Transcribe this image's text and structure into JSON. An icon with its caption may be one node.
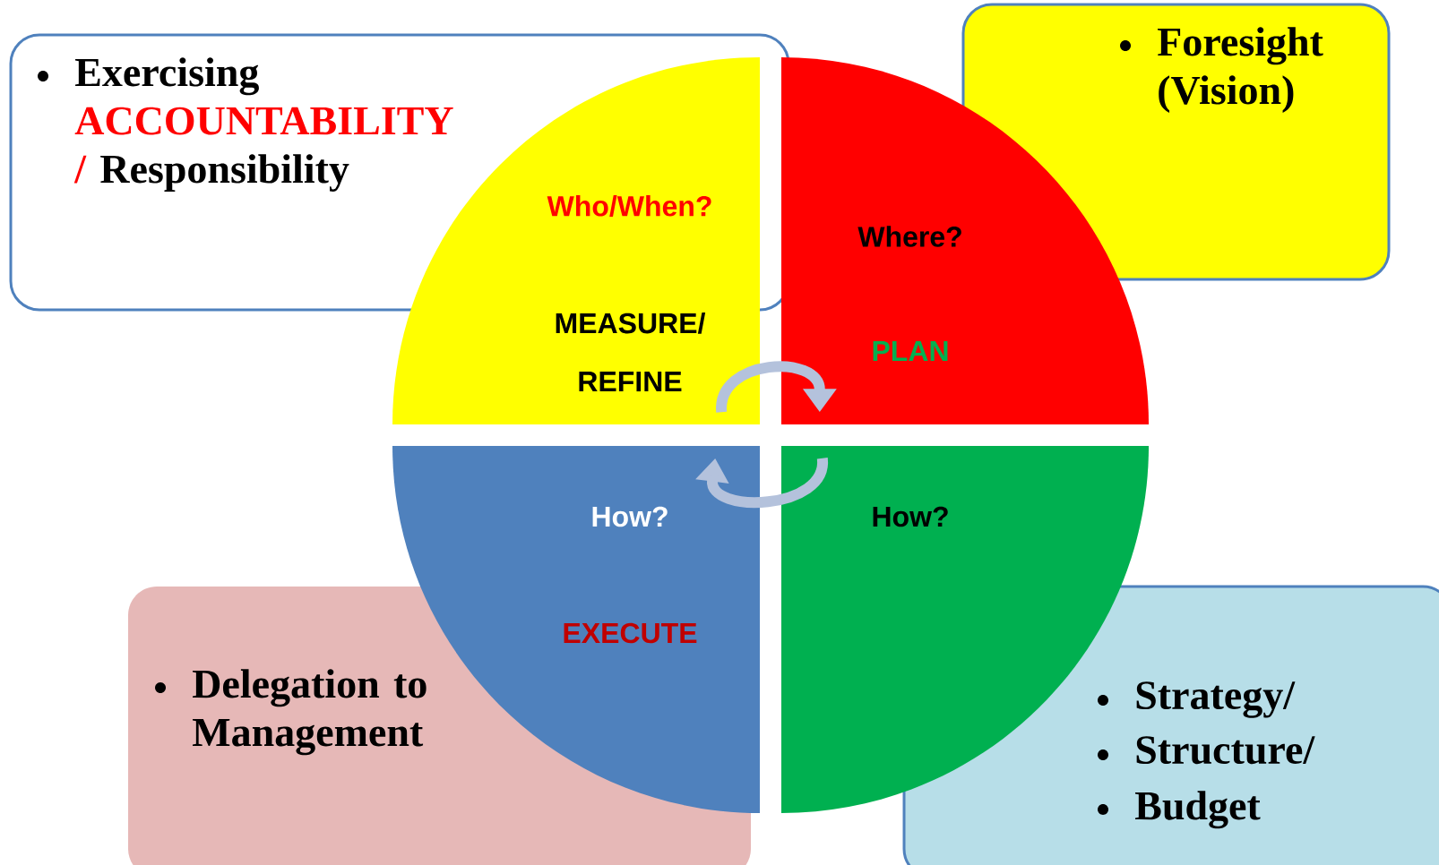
{
  "diagram": {
    "nodes": [
      {
        "text": [
          "Exercising",
          "ACCOUNTABILITY /",
          "Responsibility"
        ]
      },
      {
        "text": [
          "Foresight (Vision)"
        ]
      },
      {
        "text": [
          "Who/When?",
          "MEASURE/ REFINE"
        ]
      },
      {
        "text": [
          "Where?",
          "PLAN"
        ]
      },
      {
        "text": [
          "How?",
          "EXECUTE"
        ]
      },
      {
        "text": [
          "How?"
        ]
      },
      {
        "text": [
          "Delegation to Management"
        ]
      },
      {
        "text": [
          "Strategy/",
          "Structure/",
          "Budget"
        ]
      }
    ],
    "edges": [
      {
        "from": 2,
        "to": 3,
        "arrow": "to"
      },
      {
        "from": 5,
        "to": 4,
        "arrow": "to"
      }
    ]
  }
}
